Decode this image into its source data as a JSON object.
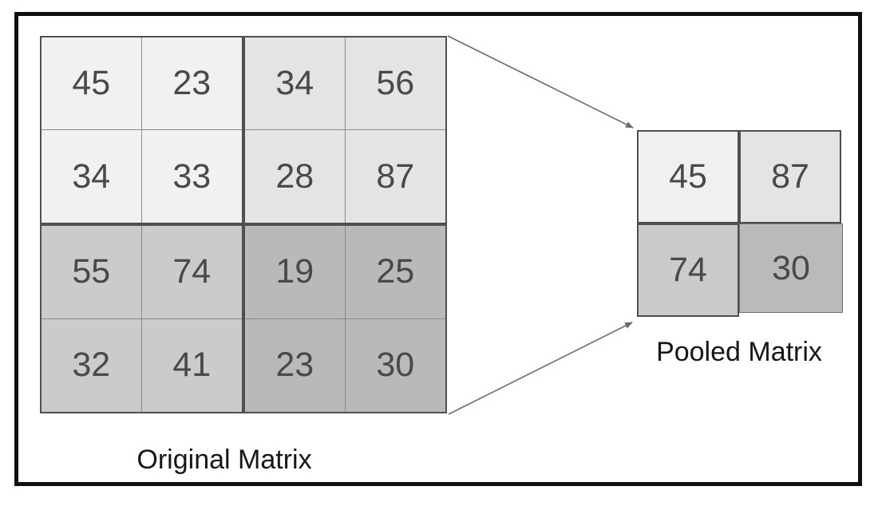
{
  "original_matrix": {
    "label": "Original Matrix",
    "rows": [
      [
        "45",
        "23",
        "34",
        "56"
      ],
      [
        "34",
        "33",
        "28",
        "87"
      ],
      [
        "55",
        "74",
        "19",
        "25"
      ],
      [
        "32",
        "41",
        "23",
        "30"
      ]
    ]
  },
  "pooled_matrix": {
    "label": "Pooled Matrix",
    "rows": [
      [
        "45",
        "87"
      ],
      [
        "74",
        "30"
      ]
    ]
  },
  "colors": {
    "region_top_left": "#f1f1f1",
    "region_top_right": "#e4e4e4",
    "region_bottom_left": "#cbcbcb",
    "region_bottom_right": "#b9b9b9",
    "grid_border": "#4f4f4f",
    "cell_divider": "#8a8a8a",
    "arrow": "#6b6b6b",
    "frame": "#0f0f0f",
    "number_text": "#494949",
    "label_text": "#161616"
  }
}
